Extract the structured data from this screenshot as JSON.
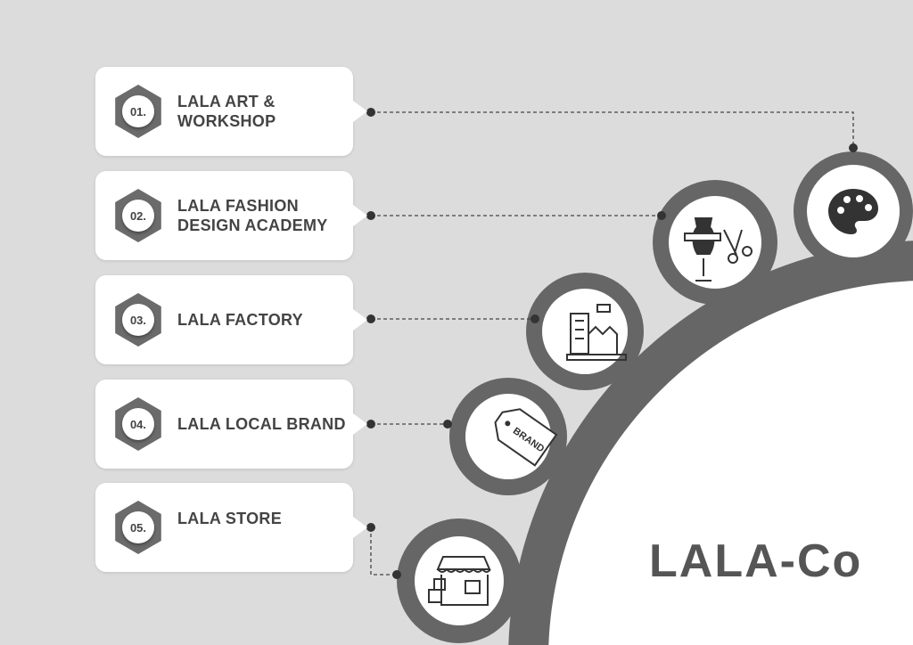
{
  "items": [
    {
      "number": "01.",
      "label": "LALA ART & WORKSHOP",
      "icon": "palette-icon"
    },
    {
      "number": "02.",
      "label": "LALA FASHION DESIGN ACADEMY",
      "icon": "mannequin-scissors-icon"
    },
    {
      "number": "03.",
      "label": "LALA FACTORY",
      "icon": "factory-icon"
    },
    {
      "number": "04.",
      "label": "LALA LOCAL BRAND",
      "icon": "brand-tag-icon"
    },
    {
      "number": "05.",
      "label": "LALA STORE",
      "icon": "store-icon"
    }
  ],
  "logo": "LALA-Co",
  "brand_tag_text": "BRAND",
  "colors": {
    "background": "#dcdcdc",
    "dark": "#666666",
    "text": "#444444"
  }
}
